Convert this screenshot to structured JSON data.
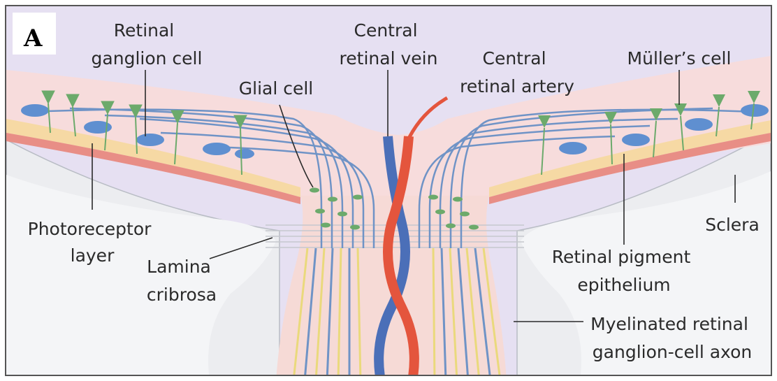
{
  "panel_letter": "A",
  "labels": {
    "retinal_ganglion_cell": [
      "Retinal",
      "ganglion cell"
    ],
    "central_retinal_vein": [
      "Central",
      "retinal vein"
    ],
    "central_retinal_artery": [
      "Central",
      "retinal artery"
    ],
    "muller_cell": [
      "Müller’s cell"
    ],
    "glial_cell": [
      "Glial cell"
    ],
    "photoreceptor_layer": [
      "Photoreceptor",
      "layer"
    ],
    "lamina_cribrosa": [
      "Lamina",
      "cribrosa"
    ],
    "sclera": [
      "Sclera"
    ],
    "retinal_pigment_epithelium": [
      "Retinal pigment",
      "epithelium"
    ],
    "myelinated_axon": [
      "Myelinated retinal",
      "ganglion-cell axon"
    ]
  },
  "colors": {
    "vitreous": "#e6e0f2",
    "retina": "#f7dcdc",
    "photoreceptor": "#f6d9a4",
    "rpe": "#e88e86",
    "sclera": "#ecedf0",
    "nerve": "#f6dad6",
    "axon_blue": "#6f93c6",
    "myelin_yellow": "#ead97c",
    "cell_green": "#6caa6b",
    "ganglion_blue": "#5f8fd0",
    "vein": "#4b6fb8",
    "artery": "#e4553d"
  }
}
